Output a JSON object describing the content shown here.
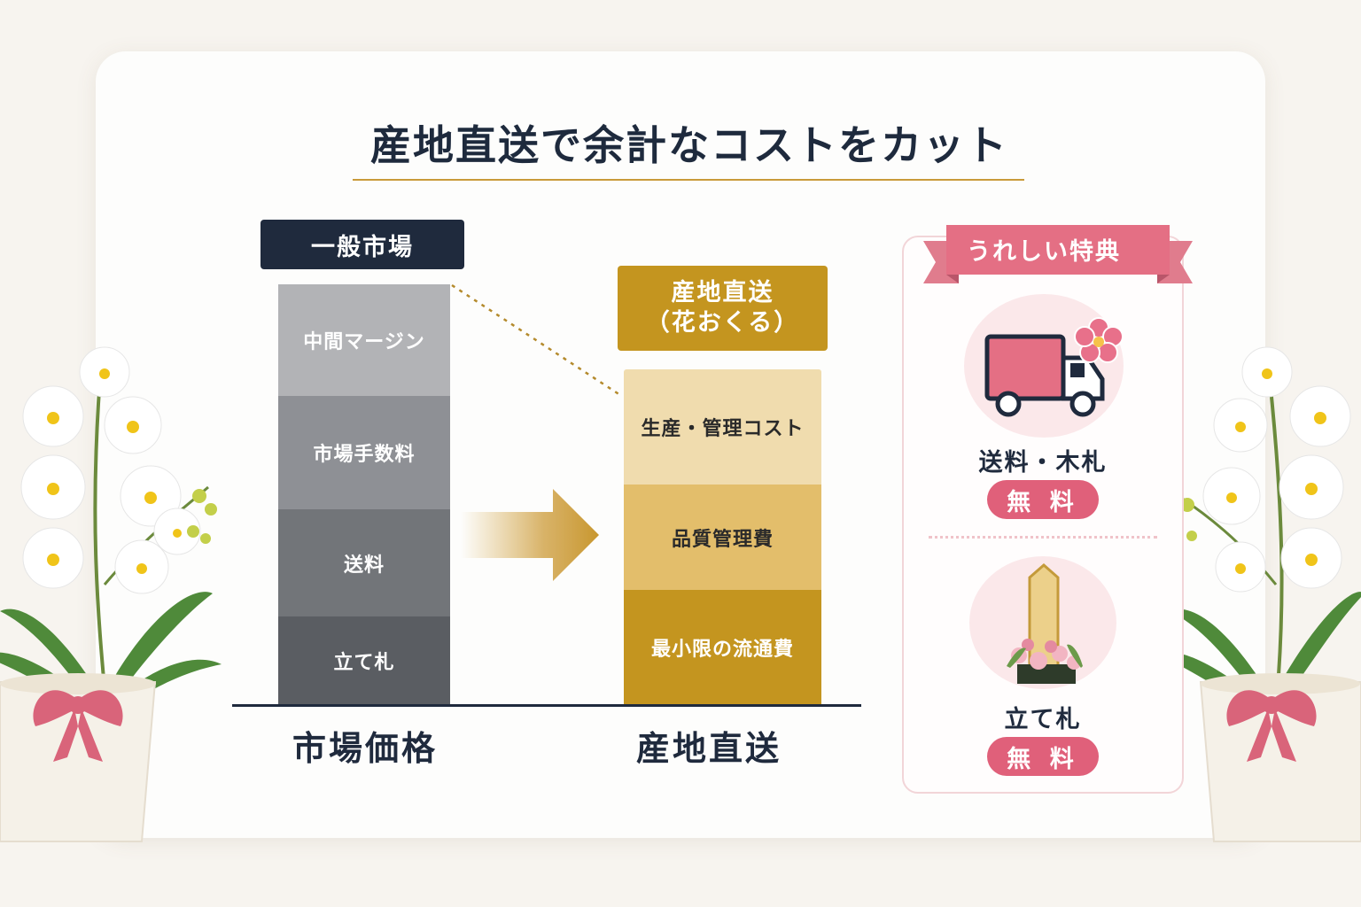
{
  "title": "産地直送で余計なコストをカット",
  "market": {
    "header": "一般市場",
    "segments": [
      "中間マージン",
      "市場手数料",
      "送料",
      "立て札"
    ],
    "axis_label": "市場価格"
  },
  "direct": {
    "header_line1": "産地直送",
    "header_line2": "（花おくる）",
    "segments": [
      "生産・管理コスト",
      "品質管理費",
      "最小限の流通費"
    ],
    "axis_label": "産地直送"
  },
  "perks": {
    "banner": "うれしい特典",
    "items": [
      {
        "caption": "送料・木札",
        "badge": "無 料",
        "icon": "delivery-truck-icon"
      },
      {
        "caption": "立て札",
        "badge": "無 料",
        "icon": "standing-sign-icon"
      }
    ]
  },
  "colors": {
    "navy": "#1f2a3d",
    "gold": "#c4951f",
    "pink": "#e0607a"
  }
}
